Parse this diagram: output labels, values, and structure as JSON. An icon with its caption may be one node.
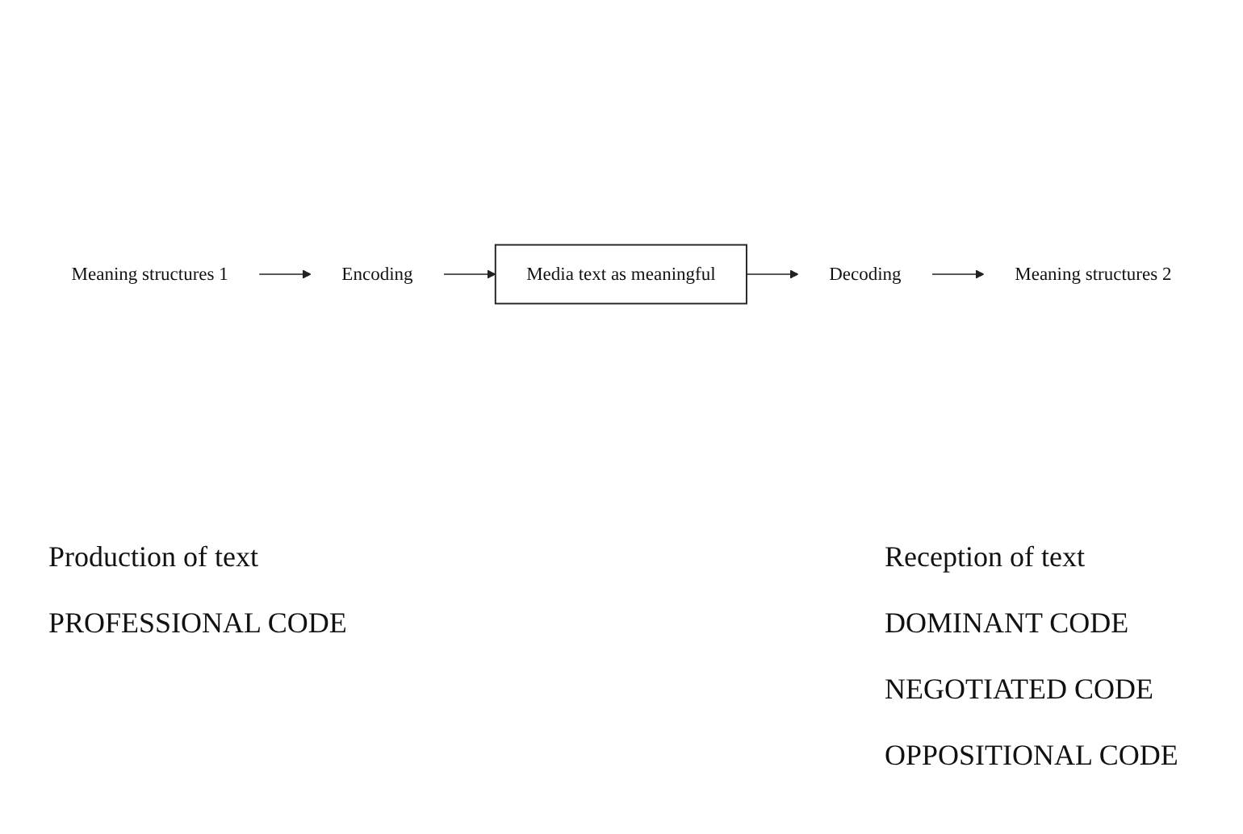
{
  "diagram": {
    "nodes": [
      {
        "text": [
          "Meaning structures 1"
        ]
      },
      {
        "text": [
          "Encoding"
        ]
      },
      {
        "text": [
          "Media text as meaningful"
        ]
      },
      {
        "text": [
          "Decoding"
        ]
      },
      {
        "text": [
          "Meaning structures 2"
        ]
      }
    ],
    "edges": [
      {
        "from": 0,
        "to": 1,
        "arrow": "to"
      },
      {
        "from": 1,
        "to": 2,
        "arrow": "to"
      },
      {
        "from": 2,
        "to": 3,
        "arrow": "to"
      },
      {
        "from": 3,
        "to": 4,
        "arrow": "to"
      }
    ],
    "labels": [
      "Production of text",
      "PROFESSIONAL CODE",
      "Reception of text",
      "DOMINANT CODE",
      "NEGOTIATED CODE",
      "OPPOSITIONAL CODE"
    ]
  }
}
